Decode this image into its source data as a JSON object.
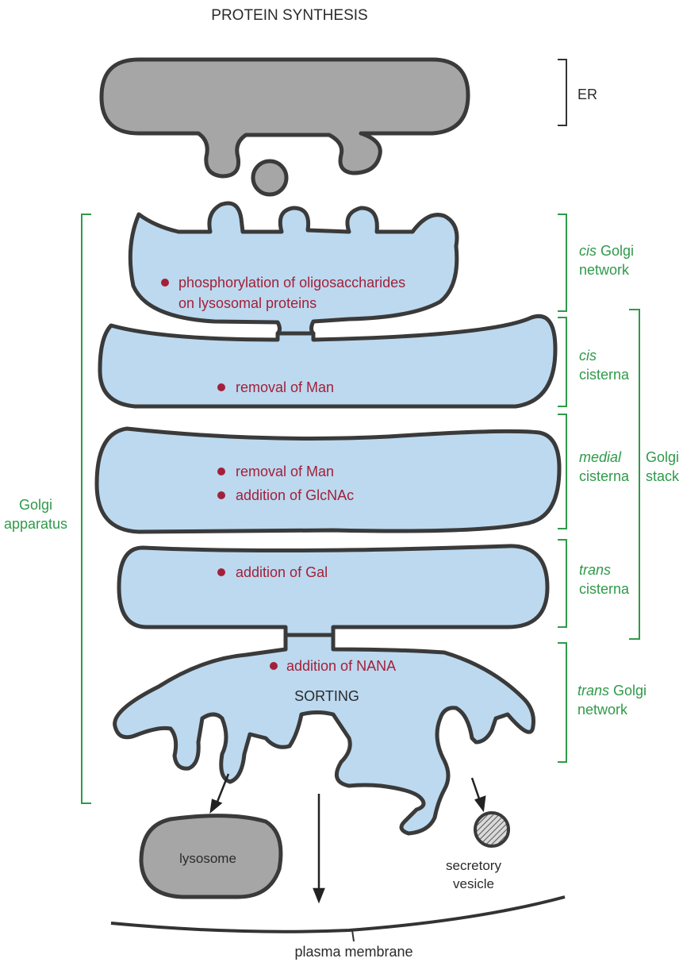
{
  "title": "PROTEIN SYNTHESIS",
  "right_labels": {
    "er": "ER",
    "cis_golgi_network": {
      "line1_italic": "cis",
      "line1_rest": " Golgi",
      "line2": "network"
    },
    "cis_cisterna": {
      "line1": "cis",
      "line2": "cisterna"
    },
    "medial_cisterna": {
      "line1": "medial",
      "line2": "cisterna"
    },
    "trans_cisterna": {
      "line1": "trans",
      "line2": "cisterna"
    },
    "trans_golgi_network": {
      "line1_italic": "trans",
      "line1_rest": " Golgi",
      "line2": "network"
    },
    "golgi_stack": {
      "line1": "Golgi",
      "line2": "stack"
    }
  },
  "left_label": {
    "line1": "Golgi",
    "line2": "apparatus"
  },
  "processes": {
    "cgn_line1": "phosphorylation of oligosaccharides",
    "cgn_line2": "on lysosomal proteins",
    "cis": "removal of Man",
    "medial_1": "removal of Man",
    "medial_2": "addition of GlcNAc",
    "trans": "addition of Gal",
    "tgn": "addition of NANA"
  },
  "sorting": "SORTING",
  "lysosome": "lysosome",
  "secretory_vesicle": {
    "line1": "secretory",
    "line2": "vesicle"
  },
  "plasma_membrane": "plasma membrane",
  "colors": {
    "golgi_fill": "#bcd9ef",
    "er_fill": "#a6a6a6",
    "outline": "#3a3a3a",
    "label_green": "#2f9a4a",
    "process_red": "#a3203a"
  }
}
